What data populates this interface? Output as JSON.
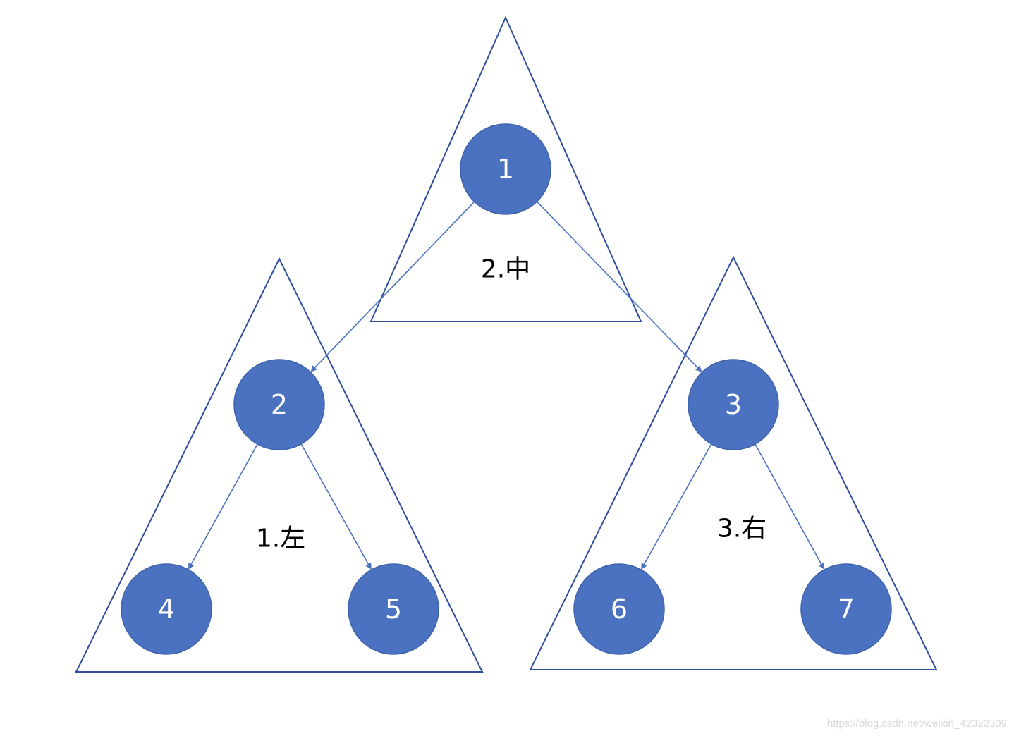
{
  "diagram": {
    "nodes": [
      {
        "id": "1",
        "label": "1"
      },
      {
        "id": "2",
        "label": "2"
      },
      {
        "id": "3",
        "label": "3"
      },
      {
        "id": "4",
        "label": "4"
      },
      {
        "id": "5",
        "label": "5"
      },
      {
        "id": "6",
        "label": "6"
      },
      {
        "id": "7",
        "label": "7"
      }
    ],
    "edges": [
      {
        "from": "1",
        "to": "2"
      },
      {
        "from": "1",
        "to": "3"
      },
      {
        "from": "2",
        "to": "4"
      },
      {
        "from": "2",
        "to": "5"
      },
      {
        "from": "3",
        "to": "6"
      },
      {
        "from": "3",
        "to": "7"
      }
    ],
    "sections": {
      "left": "1.左",
      "middle": "2.中",
      "right": "3.右"
    },
    "colors": {
      "node_fill": "#4a72c0",
      "outline": "#2f4f9e",
      "edge": "#4a72c0"
    }
  },
  "watermark": "https://blog.csdn.net/weixin_42322309"
}
